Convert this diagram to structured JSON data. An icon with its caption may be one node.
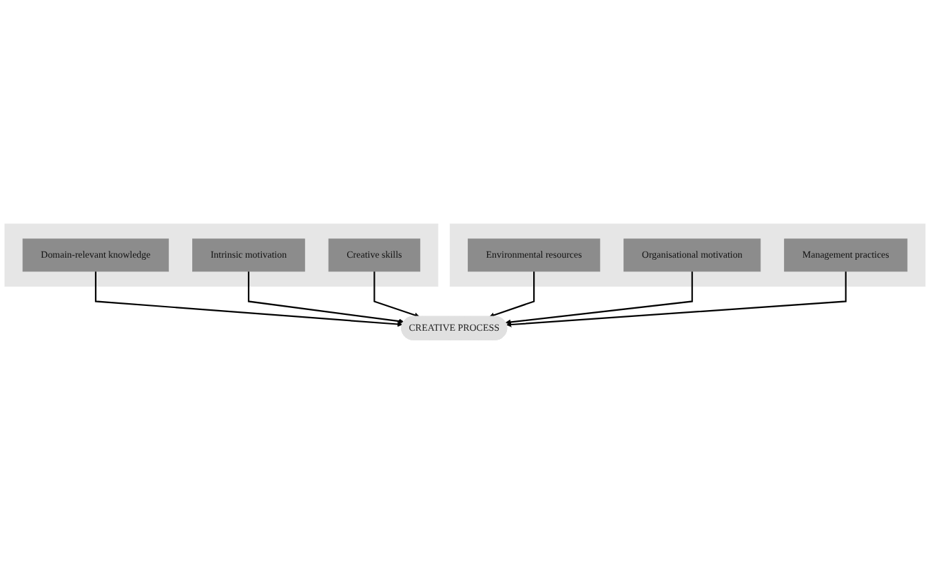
{
  "diagram": {
    "nodes": [
      {
        "text": [],
        "shape": "box"
      },
      {
        "text": [
          "Domain-relevant knowledge"
        ],
        "in": 0
      },
      {
        "text": [
          "Intrinsic motivation"
        ],
        "in": 0
      },
      {
        "text": [
          "Creative skills"
        ],
        "in": 0
      },
      {
        "text": [
          "CREATIVE PROCESS"
        ]
      },
      {
        "text": [],
        "shape": "box"
      },
      {
        "text": [
          "Environmental resources"
        ],
        "in": 5
      },
      {
        "text": [
          "Organisational motivation"
        ],
        "in": 5
      },
      {
        "text": [
          "Management practices"
        ],
        "in": 5
      }
    ],
    "edges": [
      {
        "from": 1,
        "to": 4,
        "arrow": "to"
      },
      {
        "from": 6,
        "to": 4,
        "arrow": "to"
      },
      {
        "from": 2,
        "to": 4,
        "arrow": "to"
      },
      {
        "from": 7,
        "to": 4,
        "arrow": "to"
      },
      {
        "from": 3,
        "to": 4,
        "arrow": "to"
      },
      {
        "from": 8,
        "to": 4,
        "arrow": "to"
      }
    ]
  }
}
